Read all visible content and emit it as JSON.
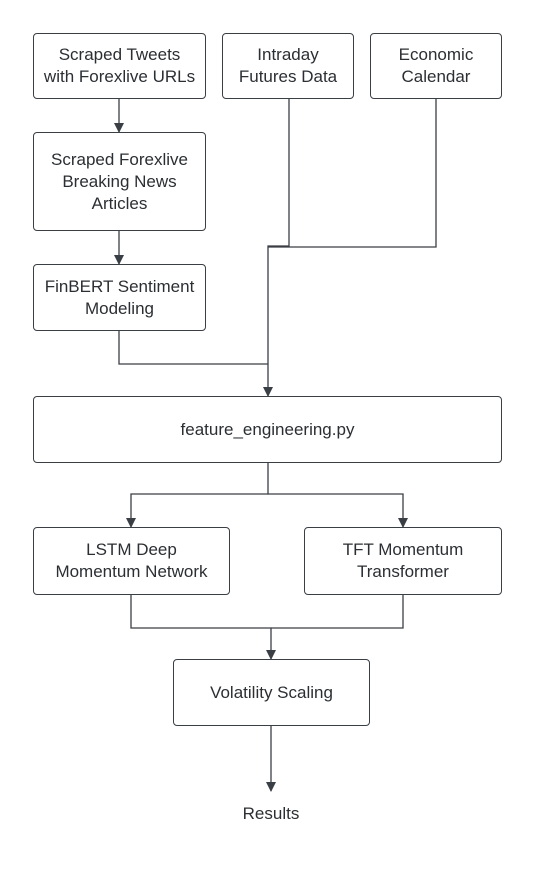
{
  "nodes": {
    "tweets": "Scraped Tweets\nwith Forexlive URLs",
    "intraday": "Intraday\nFutures Data",
    "economic": "Economic\nCalendar",
    "articles": "Scraped Forexlive\nBreaking News\nArticles",
    "finbert": "FinBERT Sentiment\nModeling",
    "feature": "feature_engineering.py",
    "lstm": "LSTM Deep\nMomentum Network",
    "tft": "TFT Momentum\nTransformer",
    "volatility": "Volatility Scaling",
    "results": "Results"
  },
  "colors": {
    "stroke": "#3a3f45",
    "text": "#2b2f33",
    "background": "#ffffff"
  }
}
